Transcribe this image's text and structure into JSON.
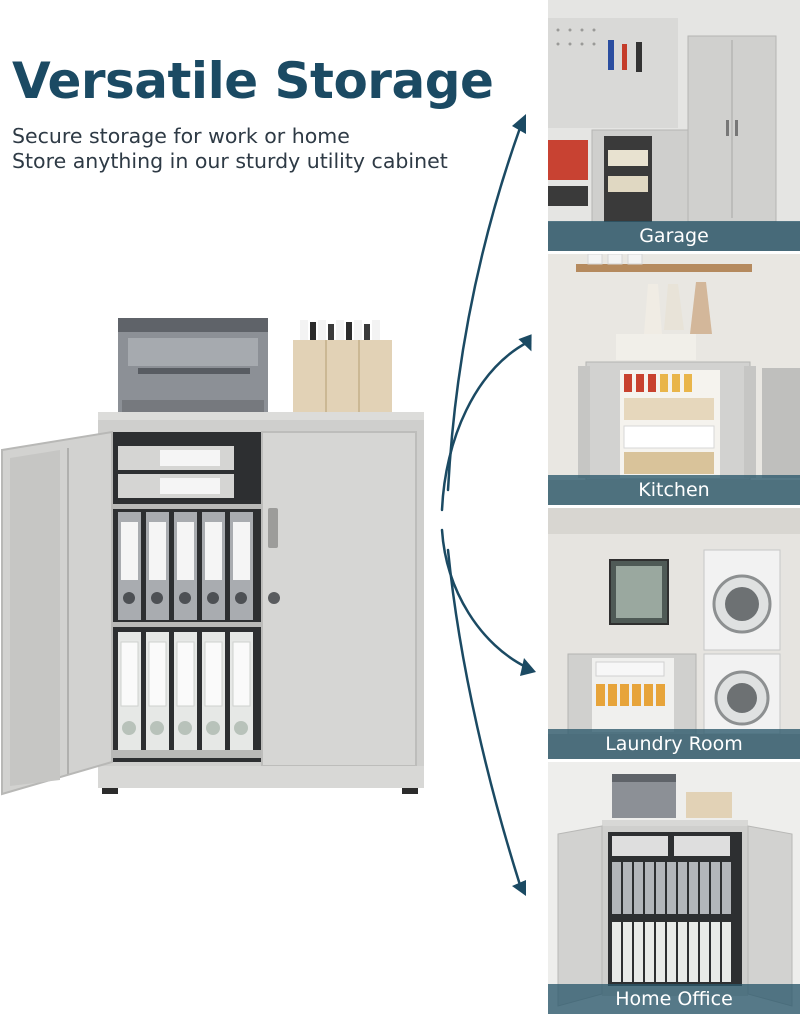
{
  "header": {
    "title": "Versatile Storage",
    "subtitle_line1": "Secure storage for work or home",
    "subtitle_line2": "Store anything in our sturdy utility cabinet"
  },
  "colors": {
    "title": "#1b4a63",
    "arrow": "#1b4a63",
    "caption_band": "#2c586c",
    "cabinet": "#d3d3d1"
  },
  "panels": [
    {
      "label": "Garage"
    },
    {
      "label": "Kitchen"
    },
    {
      "label": "Laundry Room"
    },
    {
      "label": "Home Office"
    }
  ]
}
